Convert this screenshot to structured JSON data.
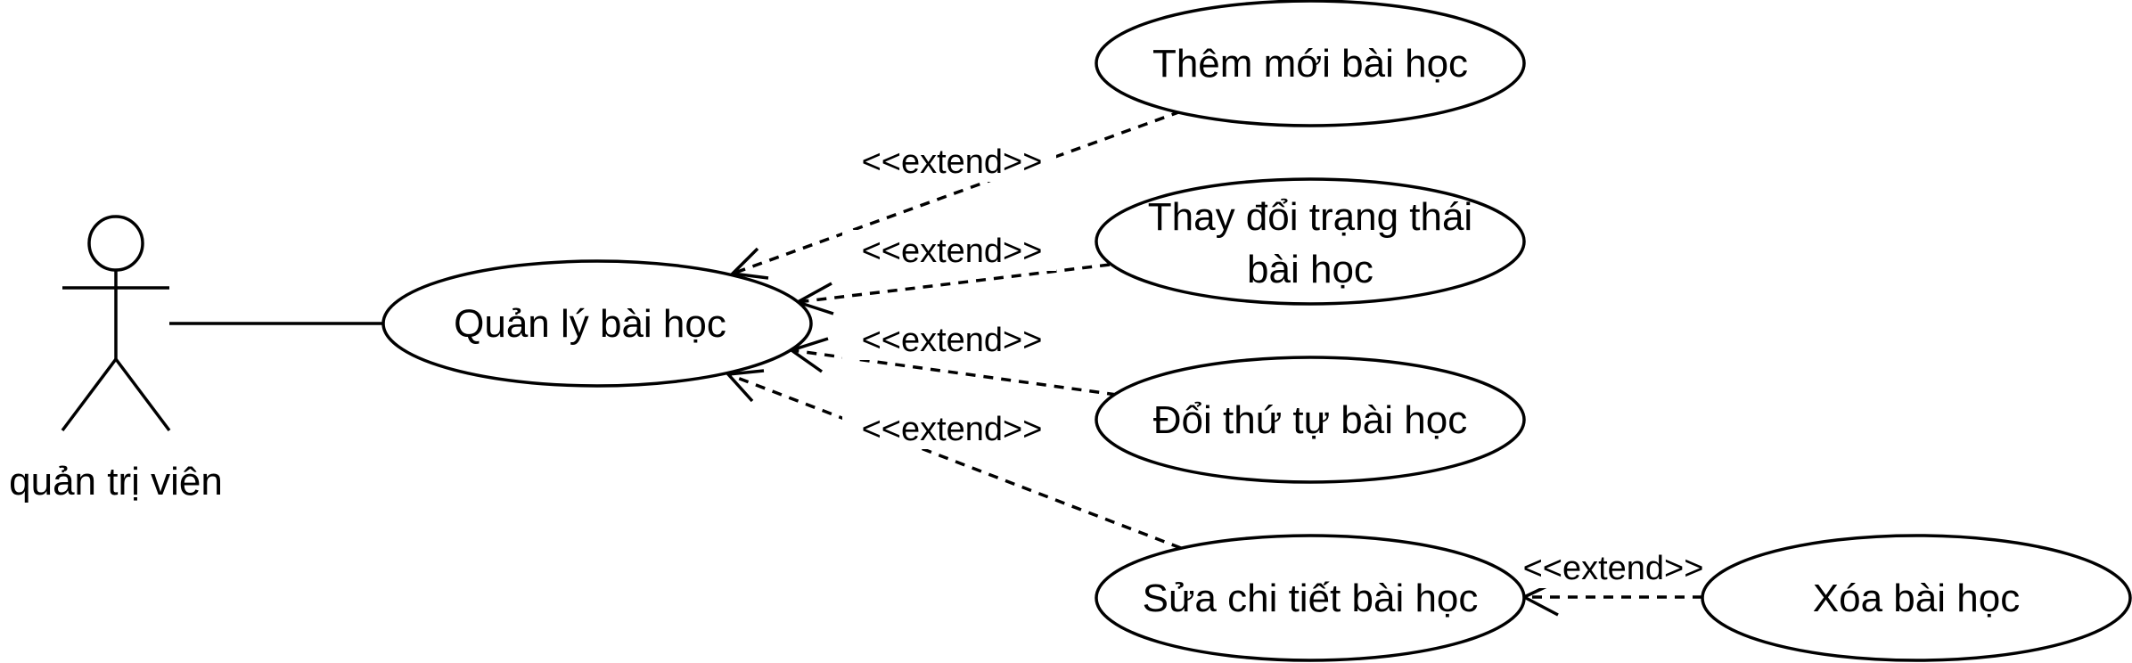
{
  "actor": {
    "label": "quản trị viên"
  },
  "use_cases": {
    "manage": {
      "lines": [
        "Quản lý bài học"
      ]
    },
    "add": {
      "lines": [
        "Thêm mới bài học"
      ]
    },
    "status": {
      "lines": [
        "Thay đổi trạng thái",
        "bài học"
      ]
    },
    "reorder": {
      "lines": [
        "Đổi thứ tự bài học"
      ]
    },
    "edit": {
      "lines": [
        "Sửa chi tiết bài học"
      ]
    },
    "delete": {
      "lines": [
        "Xóa bài học"
      ]
    }
  },
  "relations": {
    "add_extend": "<<extend>>",
    "status_extend": "<<extend>>",
    "reorder_extend": "<<extend>>",
    "edit_extend": "<<extend>>",
    "delete_extend": "<<extend>>"
  }
}
